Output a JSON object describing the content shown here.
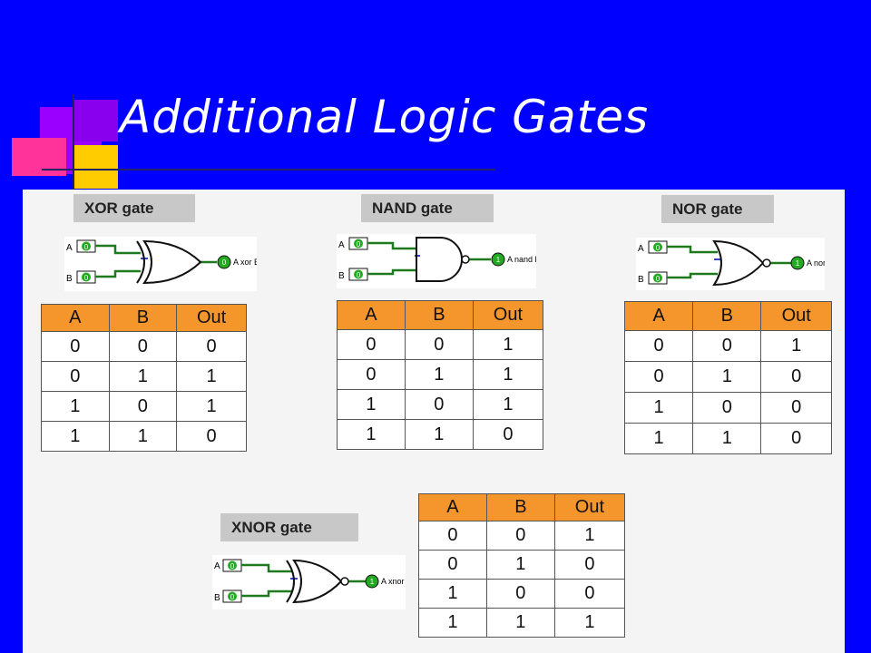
{
  "slide": {
    "title": "Additional Logic Gates"
  },
  "colors": {
    "background": "#0000ff",
    "title": "#ffffff",
    "panel": "#f4f4f4",
    "table_header": "#f5962d",
    "gate_label_box": "#c8c8c8",
    "wire": "#1f7a1f",
    "indicator": "#22aa22"
  },
  "gates": {
    "xor": {
      "label": "XOR gate",
      "input_a": "A",
      "input_b": "B",
      "input_a_state": "0",
      "input_b_state": "0",
      "output_state": "0",
      "output_label": "A xor B",
      "table": {
        "headers": [
          "A",
          "B",
          "Out"
        ],
        "rows": [
          [
            "0",
            "0",
            "0"
          ],
          [
            "0",
            "1",
            "1"
          ],
          [
            "1",
            "0",
            "1"
          ],
          [
            "1",
            "1",
            "0"
          ]
        ]
      }
    },
    "nand": {
      "label": "NAND gate",
      "input_a": "A",
      "input_b": "B",
      "input_a_state": "0",
      "input_b_state": "0",
      "output_state": "1",
      "output_label": "A nand B",
      "table": {
        "headers": [
          "A",
          "B",
          "Out"
        ],
        "rows": [
          [
            "0",
            "0",
            "1"
          ],
          [
            "0",
            "1",
            "1"
          ],
          [
            "1",
            "0",
            "1"
          ],
          [
            "1",
            "1",
            "0"
          ]
        ]
      }
    },
    "nor": {
      "label": "NOR gate",
      "input_a": "A",
      "input_b": "B",
      "input_a_state": "0",
      "input_b_state": "0",
      "output_state": "1",
      "output_label": "A nor B",
      "table": {
        "headers": [
          "A",
          "B",
          "Out"
        ],
        "rows": [
          [
            "0",
            "0",
            "1"
          ],
          [
            "0",
            "1",
            "0"
          ],
          [
            "1",
            "0",
            "0"
          ],
          [
            "1",
            "1",
            "0"
          ]
        ]
      }
    },
    "xnor": {
      "label": "XNOR gate",
      "input_a": "A",
      "input_b": "B",
      "input_a_state": "0",
      "input_b_state": "0",
      "output_state": "1",
      "output_label": "A xnor B",
      "table": {
        "headers": [
          "A",
          "B",
          "Out"
        ],
        "rows": [
          [
            "0",
            "0",
            "1"
          ],
          [
            "0",
            "1",
            "0"
          ],
          [
            "1",
            "0",
            "0"
          ],
          [
            "1",
            "1",
            "1"
          ]
        ]
      }
    }
  }
}
